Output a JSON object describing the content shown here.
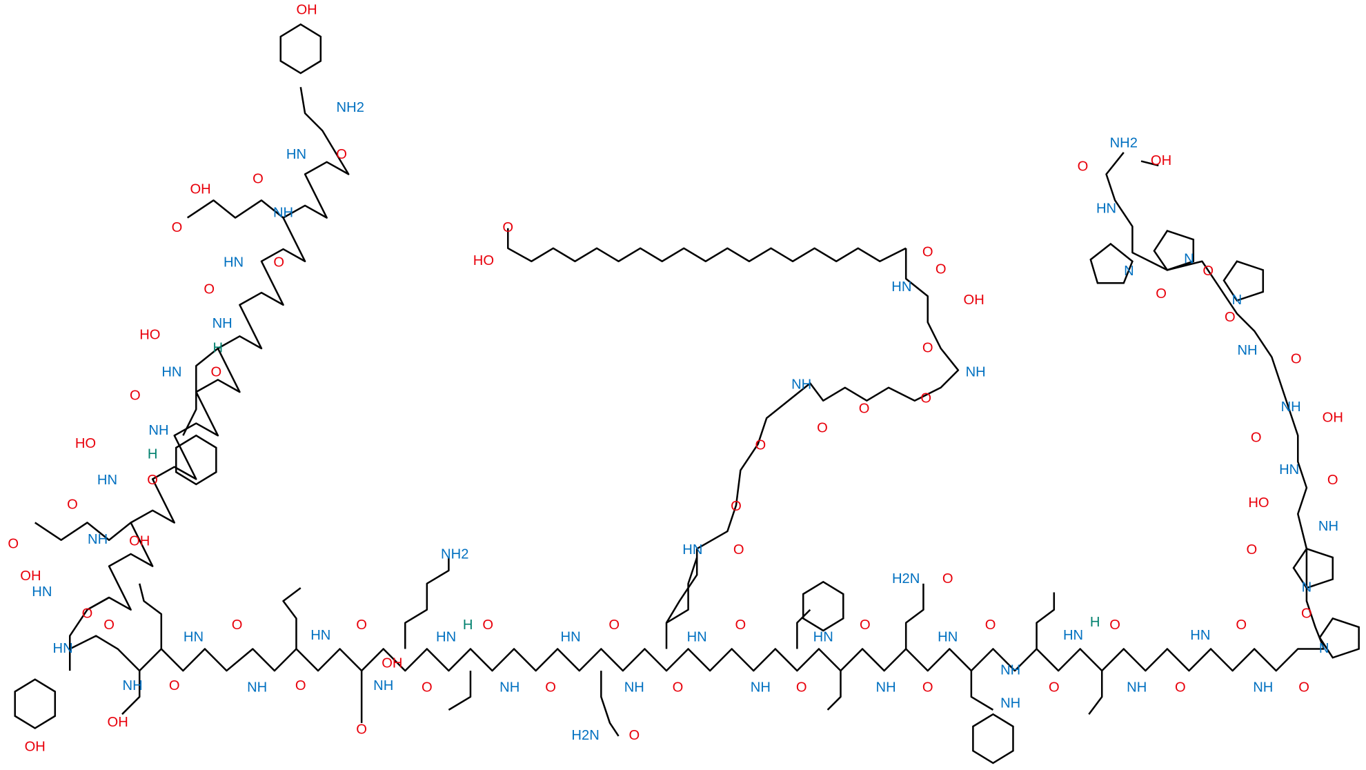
{
  "title": "Peptide structure (lipidated peptide with Aib, PEG linker and C20 diacid)",
  "colors": {
    "oxygen": "#e8000b",
    "nitrogen": "#0070c0",
    "stereo_h": "#00806e",
    "bond": "#000000"
  },
  "atoms": {
    "oh": "OH",
    "ho": "HO",
    "o": "O",
    "nh": "NH",
    "hn": "HN",
    "nh2": "NH2",
    "h2n": "H2N",
    "n": "N",
    "h": "H"
  }
}
